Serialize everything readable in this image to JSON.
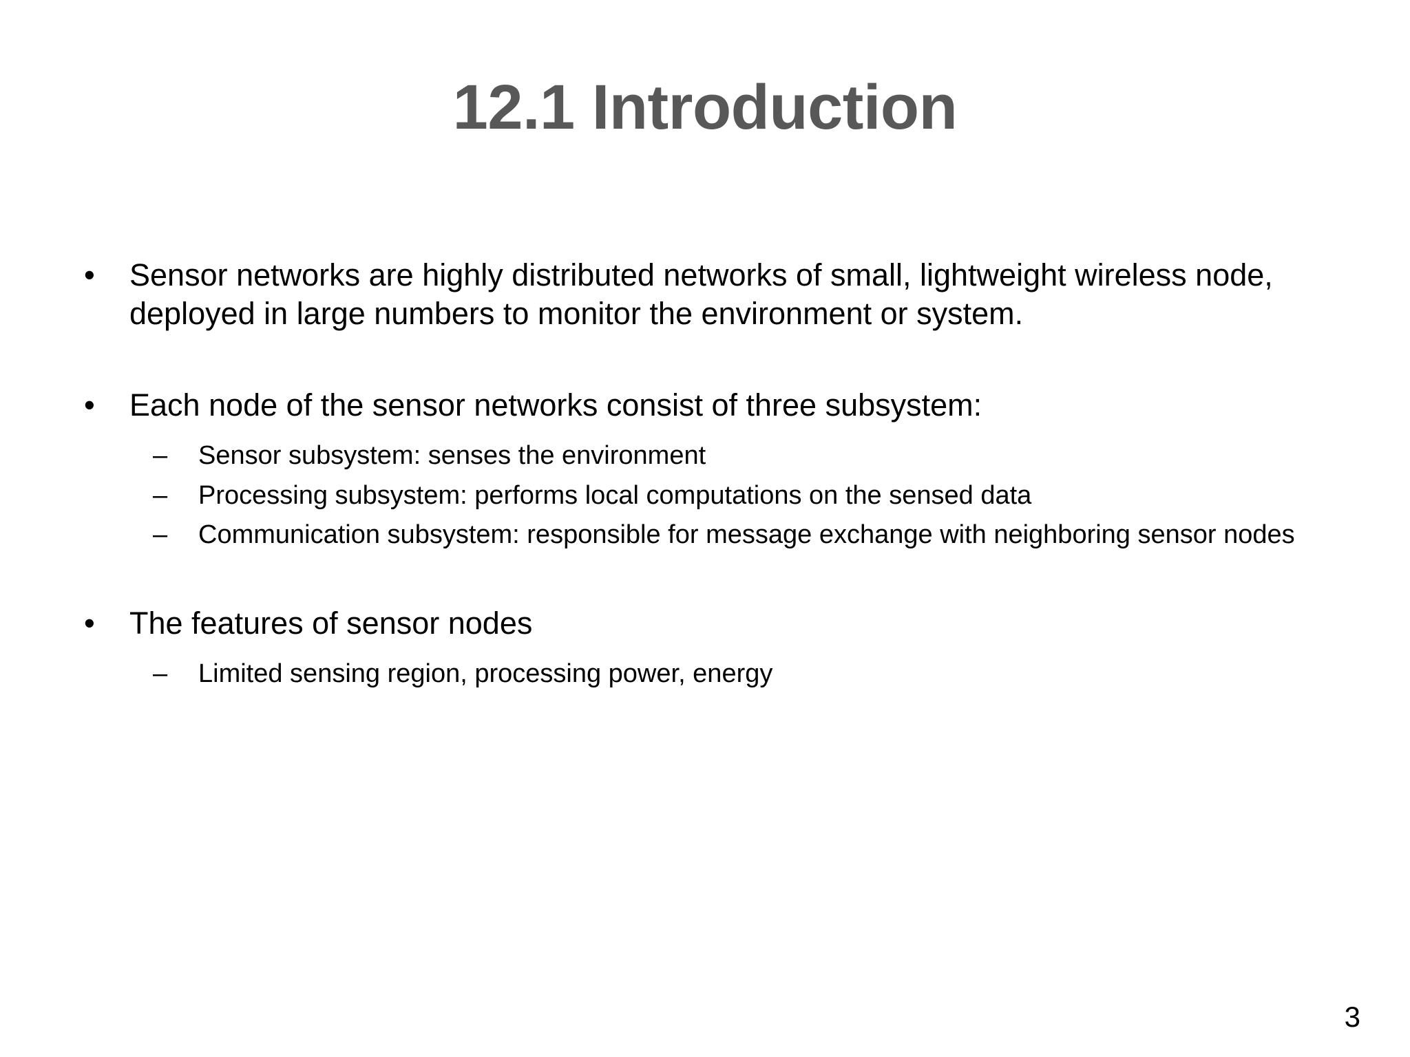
{
  "slide": {
    "title": "12.1 Introduction",
    "title_color": "#585858",
    "background_color": "#ffffff",
    "text_color": "#000000",
    "page_number": "3",
    "bullet_marker": "•",
    "sub_bullet_marker": "–",
    "content": {
      "bullet1": {
        "text": "Sensor networks are highly distributed networks of small, lightweight wireless node, deployed in large numbers to monitor the environment or system."
      },
      "bullet2": {
        "text": "Each node of the sensor networks consist of three subsystem:",
        "sub": [
          {
            "text": "Sensor subsystem: senses the environment"
          },
          {
            "text": "Processing subsystem: performs local computations on the sensed data"
          },
          {
            "text": "Communication subsystem: responsible for message exchange with neighboring sensor nodes"
          }
        ]
      },
      "bullet3": {
        "text": "The features of sensor nodes",
        "sub": [
          {
            "text": "Limited sensing region, processing power, energy"
          }
        ]
      }
    }
  }
}
